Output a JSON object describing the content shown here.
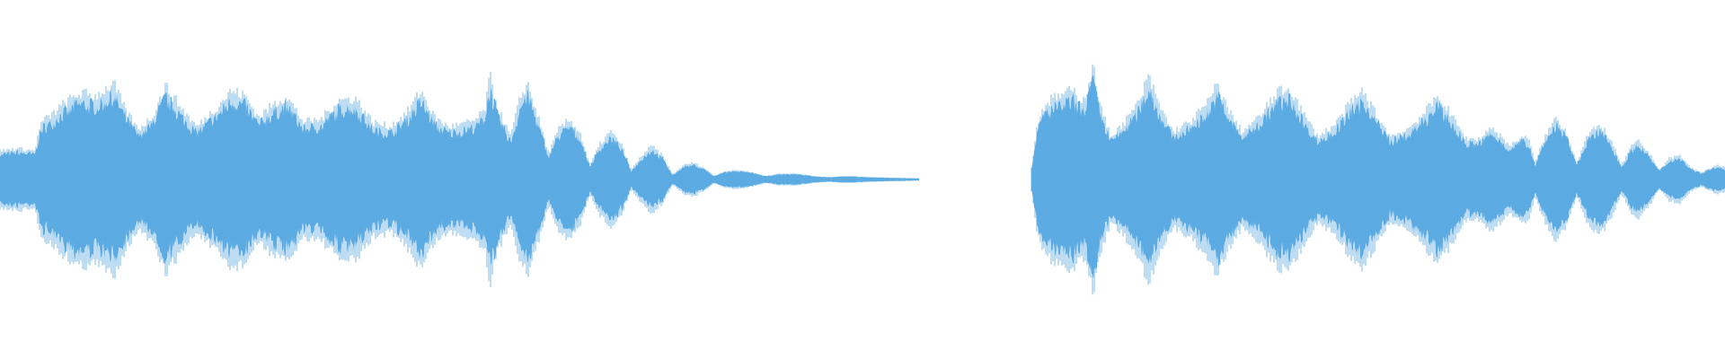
{
  "waveform": {
    "color": "#5dabe2",
    "background": "#ffffff",
    "duration": 1.0,
    "segments": [
      {
        "name": "segment-1",
        "start": 0.0,
        "end": 0.533,
        "envelope": [
          [
            0.0,
            0.24
          ],
          [
            0.01,
            0.26
          ],
          [
            0.02,
            0.24
          ],
          [
            0.024,
            0.48
          ],
          [
            0.03,
            0.54
          ],
          [
            0.036,
            0.62
          ],
          [
            0.046,
            0.72
          ],
          [
            0.056,
            0.7
          ],
          [
            0.066,
            0.8
          ],
          [
            0.072,
            0.6
          ],
          [
            0.08,
            0.42
          ],
          [
            0.088,
            0.52
          ],
          [
            0.096,
            0.78
          ],
          [
            0.104,
            0.62
          ],
          [
            0.114,
            0.44
          ],
          [
            0.124,
            0.58
          ],
          [
            0.134,
            0.74
          ],
          [
            0.142,
            0.7
          ],
          [
            0.15,
            0.52
          ],
          [
            0.158,
            0.62
          ],
          [
            0.166,
            0.7
          ],
          [
            0.176,
            0.48
          ],
          [
            0.186,
            0.5
          ],
          [
            0.196,
            0.66
          ],
          [
            0.206,
            0.68
          ],
          [
            0.216,
            0.48
          ],
          [
            0.226,
            0.44
          ],
          [
            0.236,
            0.56
          ],
          [
            0.244,
            0.74
          ],
          [
            0.252,
            0.52
          ],
          [
            0.26,
            0.44
          ],
          [
            0.268,
            0.46
          ],
          [
            0.276,
            0.5
          ],
          [
            0.281,
            0.58
          ],
          [
            0.284,
            0.86
          ],
          [
            0.289,
            0.58
          ],
          [
            0.296,
            0.36
          ],
          [
            0.302,
            0.7
          ],
          [
            0.306,
            0.8
          ],
          [
            0.312,
            0.52
          ],
          [
            0.318,
            0.22
          ],
          [
            0.324,
            0.42
          ],
          [
            0.33,
            0.5
          ],
          [
            0.336,
            0.4
          ],
          [
            0.342,
            0.12
          ],
          [
            0.348,
            0.3
          ],
          [
            0.354,
            0.4
          ],
          [
            0.36,
            0.3
          ],
          [
            0.366,
            0.08
          ],
          [
            0.372,
            0.2
          ],
          [
            0.378,
            0.28
          ],
          [
            0.384,
            0.2
          ],
          [
            0.39,
            0.04
          ],
          [
            0.396,
            0.12
          ],
          [
            0.402,
            0.14
          ],
          [
            0.408,
            0.1
          ],
          [
            0.414,
            0.03
          ],
          [
            0.42,
            0.07
          ],
          [
            0.428,
            0.08
          ],
          [
            0.436,
            0.06
          ],
          [
            0.444,
            0.03
          ],
          [
            0.452,
            0.05
          ],
          [
            0.462,
            0.05
          ],
          [
            0.472,
            0.03
          ],
          [
            0.48,
            0.02
          ],
          [
            0.492,
            0.03
          ],
          [
            0.505,
            0.02
          ],
          [
            0.518,
            0.015
          ],
          [
            0.533,
            0.01
          ]
        ]
      },
      {
        "name": "segment-2",
        "start": 0.598,
        "end": 1.0,
        "envelope": [
          [
            0.598,
            0.1
          ],
          [
            0.601,
            0.44
          ],
          [
            0.606,
            0.64
          ],
          [
            0.614,
            0.7
          ],
          [
            0.622,
            0.74
          ],
          [
            0.628,
            0.66
          ],
          [
            0.634,
            0.94
          ],
          [
            0.638,
            0.6
          ],
          [
            0.644,
            0.36
          ],
          [
            0.652,
            0.48
          ],
          [
            0.66,
            0.64
          ],
          [
            0.666,
            0.86
          ],
          [
            0.672,
            0.62
          ],
          [
            0.68,
            0.4
          ],
          [
            0.69,
            0.48
          ],
          [
            0.7,
            0.64
          ],
          [
            0.706,
            0.8
          ],
          [
            0.712,
            0.58
          ],
          [
            0.72,
            0.4
          ],
          [
            0.73,
            0.52
          ],
          [
            0.74,
            0.72
          ],
          [
            0.748,
            0.76
          ],
          [
            0.756,
            0.54
          ],
          [
            0.764,
            0.36
          ],
          [
            0.774,
            0.46
          ],
          [
            0.782,
            0.62
          ],
          [
            0.79,
            0.74
          ],
          [
            0.798,
            0.54
          ],
          [
            0.806,
            0.36
          ],
          [
            0.816,
            0.42
          ],
          [
            0.826,
            0.56
          ],
          [
            0.834,
            0.7
          ],
          [
            0.842,
            0.52
          ],
          [
            0.85,
            0.34
          ],
          [
            0.858,
            0.34
          ],
          [
            0.864,
            0.44
          ],
          [
            0.87,
            0.36
          ],
          [
            0.876,
            0.28
          ],
          [
            0.882,
            0.36
          ],
          [
            0.886,
            0.34
          ],
          [
            0.89,
            0.14
          ],
          [
            0.895,
            0.34
          ],
          [
            0.902,
            0.52
          ],
          [
            0.908,
            0.4
          ],
          [
            0.914,
            0.14
          ],
          [
            0.92,
            0.36
          ],
          [
            0.928,
            0.46
          ],
          [
            0.934,
            0.32
          ],
          [
            0.94,
            0.12
          ],
          [
            0.946,
            0.28
          ],
          [
            0.95,
            0.32
          ],
          [
            0.956,
            0.22
          ],
          [
            0.962,
            0.08
          ],
          [
            0.968,
            0.18
          ],
          [
            0.974,
            0.2
          ],
          [
            0.98,
            0.1
          ],
          [
            0.986,
            0.06
          ],
          [
            0.992,
            0.1
          ],
          [
            0.996,
            0.12
          ],
          [
            1.0,
            0.1
          ]
        ]
      }
    ]
  }
}
